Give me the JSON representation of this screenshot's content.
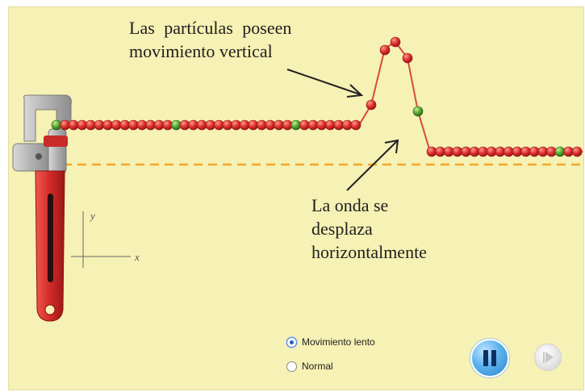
{
  "captions": {
    "vertical_motion": [
      "Las partículas poseen",
      "movimiento vertical"
    ],
    "horizontal_wave": [
      "La onda se",
      "desplaza",
      "horizontalmente"
    ]
  },
  "axes": {
    "y_label": "y",
    "x_label": "x"
  },
  "speed_options": [
    {
      "label": "Movimiento lento",
      "selected": true
    },
    {
      "label": "Normal",
      "selected": false
    }
  ],
  "controls": {
    "pause_icon": "pause-icon",
    "step_icon": "step-forward-icon"
  },
  "colors": {
    "background": "#f6f1b4",
    "particle": "#d62b2e",
    "marker_particle": "#4aa02c",
    "string": "#d94b3a",
    "equilibrium_line": "#f3a628",
    "wrench": "#d7302c"
  }
}
